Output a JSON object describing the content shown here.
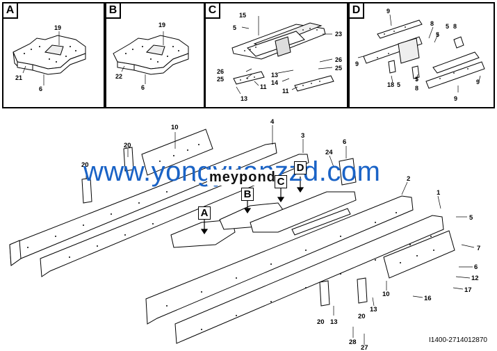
{
  "panels": [
    {
      "tag": "A",
      "labels": [
        "19",
        "21",
        "6"
      ]
    },
    {
      "tag": "B",
      "labels": [
        "19",
        "22",
        "6"
      ]
    },
    {
      "tag": "C",
      "labels": [
        "15",
        "5",
        "23",
        "26",
        "25",
        "13",
        "14",
        "11",
        "26",
        "25",
        "11",
        "13"
      ]
    },
    {
      "tag": "D",
      "labels": [
        "9",
        "8",
        "5",
        "5",
        "8",
        "9",
        "5",
        "18",
        "5",
        "8",
        "9",
        "9"
      ]
    }
  ],
  "callouts": [
    "A",
    "B",
    "C",
    "D"
  ],
  "main_labels": [
    "10",
    "4",
    "3",
    "20",
    "20",
    "6",
    "24",
    "2",
    "1",
    "5",
    "7",
    "6",
    "12",
    "17",
    "16",
    "10",
    "13",
    "20",
    "13",
    "20",
    "28",
    "27"
  ],
  "watermark": "www.yongyuanzzd.com",
  "watermark_cn": "meypond",
  "reference": "I1400-2714012870"
}
